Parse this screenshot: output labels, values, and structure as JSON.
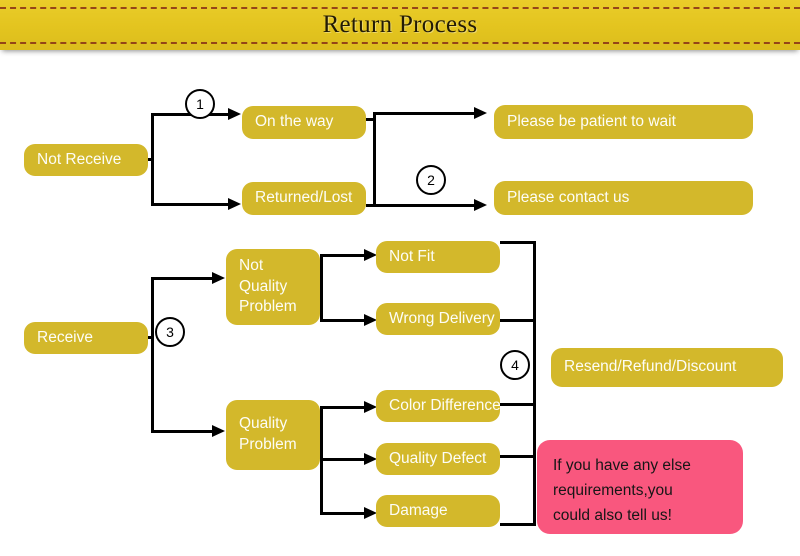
{
  "header": {
    "title": "Return Process"
  },
  "colors": {
    "banner": "#E7C822",
    "stitch": "#8E3A17",
    "node": "#D3B82B",
    "node_text": "#FDFDF6",
    "line": "#000000",
    "callout": "#F9577E",
    "callout_text": "#161616"
  },
  "flow": {
    "branch_not_receive": {
      "root": "Not Receive",
      "step": "1",
      "options": [
        "On the way",
        "Returned/Lost"
      ],
      "step2": "2",
      "results": [
        "Please be patient to wait",
        "Please contact us"
      ]
    },
    "branch_receive": {
      "root": "Receive",
      "step": "3",
      "categories": [
        "Not Quality Problem",
        "Quality Problem"
      ],
      "category_not_quality_lines": [
        "Not",
        "Quality",
        "Problem"
      ],
      "category_quality_lines": [
        "Quality",
        "Problem"
      ],
      "not_quality_reasons": [
        "Not Fit",
        "Wrong Delivery"
      ],
      "quality_reasons": [
        "Color Difference",
        "Quality Defect",
        "Damage"
      ],
      "step4": "4",
      "outcome": "Resend/Refund/Discount"
    }
  },
  "callout": {
    "lines": [
      "If you have any else",
      "requirements,you",
      "could also tell us!"
    ]
  }
}
